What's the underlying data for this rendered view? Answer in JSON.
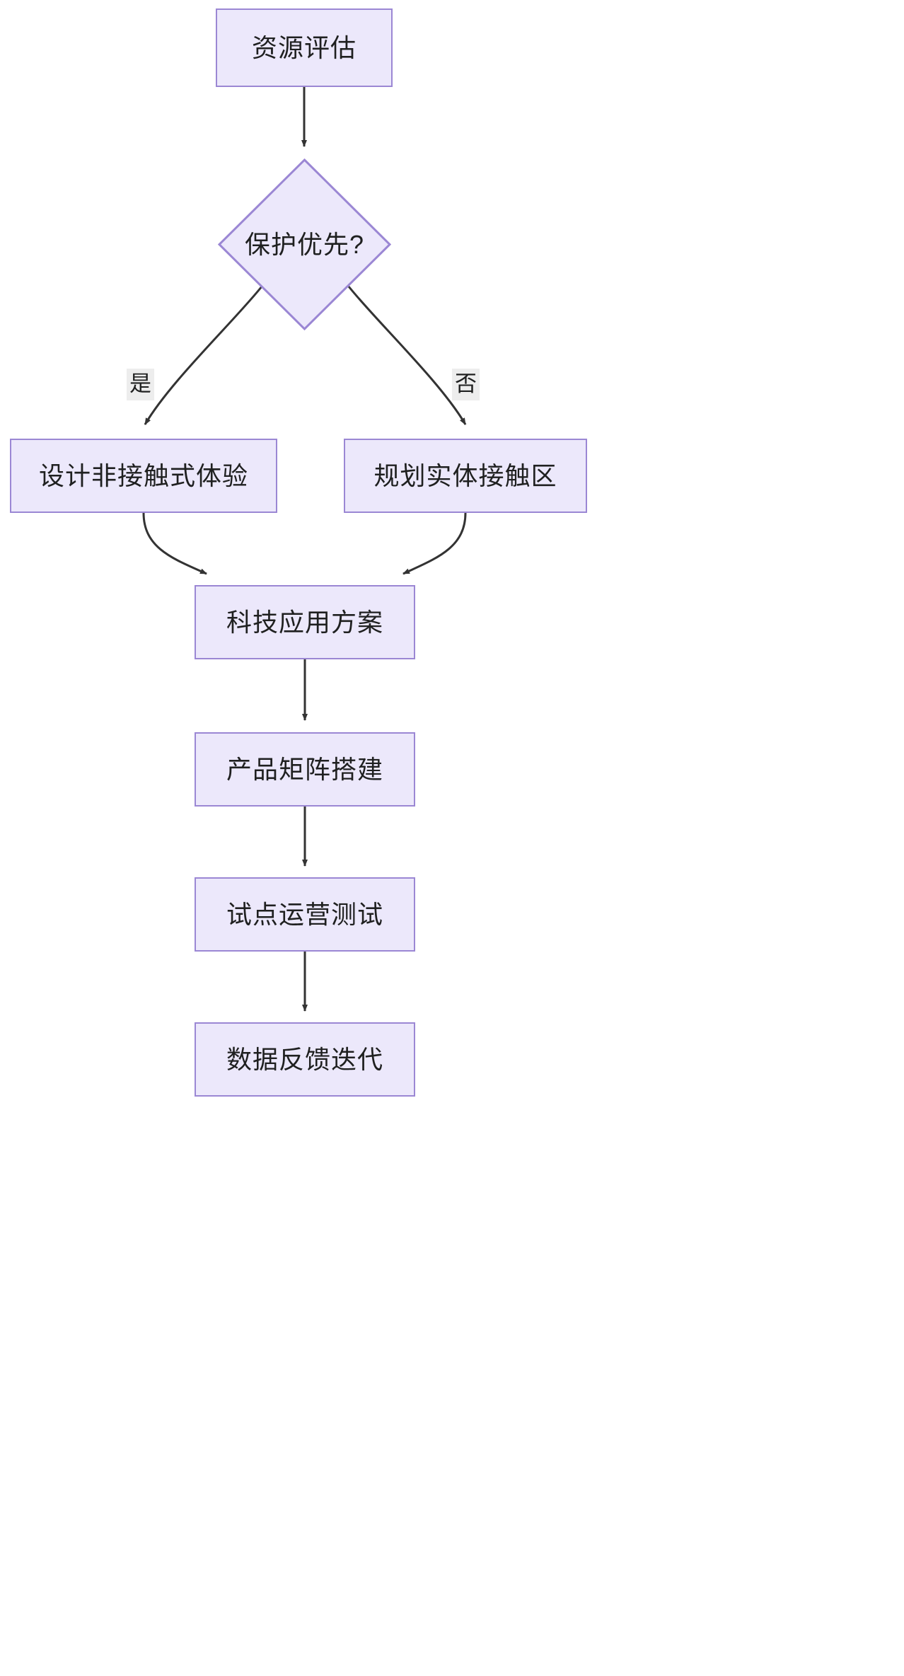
{
  "diagram": {
    "type": "flowchart",
    "direction": "top-down",
    "background_color": "#ffffff",
    "node_fill_color": "#ece8fb",
    "node_border_color": "#9b87d4",
    "node_text_color": "#1f2020",
    "edge_color": "#333333",
    "edge_label_background": "#ededed",
    "nodes": [
      {
        "id": "n1",
        "label": "资源评估",
        "shape": "rect"
      },
      {
        "id": "n2",
        "label": "保护优先?",
        "shape": "diamond"
      },
      {
        "id": "n3",
        "label": "设计非接触式体验",
        "shape": "rect"
      },
      {
        "id": "n4",
        "label": "规划实体接触区",
        "shape": "rect"
      },
      {
        "id": "n5",
        "label": "科技应用方案",
        "shape": "rect"
      },
      {
        "id": "n6",
        "label": "产品矩阵搭建",
        "shape": "rect"
      },
      {
        "id": "n7",
        "label": "试点运营测试",
        "shape": "rect"
      },
      {
        "id": "n8",
        "label": "数据反馈迭代",
        "shape": "rect"
      }
    ],
    "edges": [
      {
        "from": "n1",
        "to": "n2",
        "label": ""
      },
      {
        "from": "n2",
        "to": "n3",
        "label": "是"
      },
      {
        "from": "n2",
        "to": "n4",
        "label": "否"
      },
      {
        "from": "n3",
        "to": "n5",
        "label": ""
      },
      {
        "from": "n4",
        "to": "n5",
        "label": ""
      },
      {
        "from": "n5",
        "to": "n6",
        "label": ""
      },
      {
        "from": "n6",
        "to": "n7",
        "label": ""
      },
      {
        "from": "n7",
        "to": "n8",
        "label": ""
      }
    ],
    "edge_labels": {
      "yes": "是",
      "no": "否"
    }
  }
}
